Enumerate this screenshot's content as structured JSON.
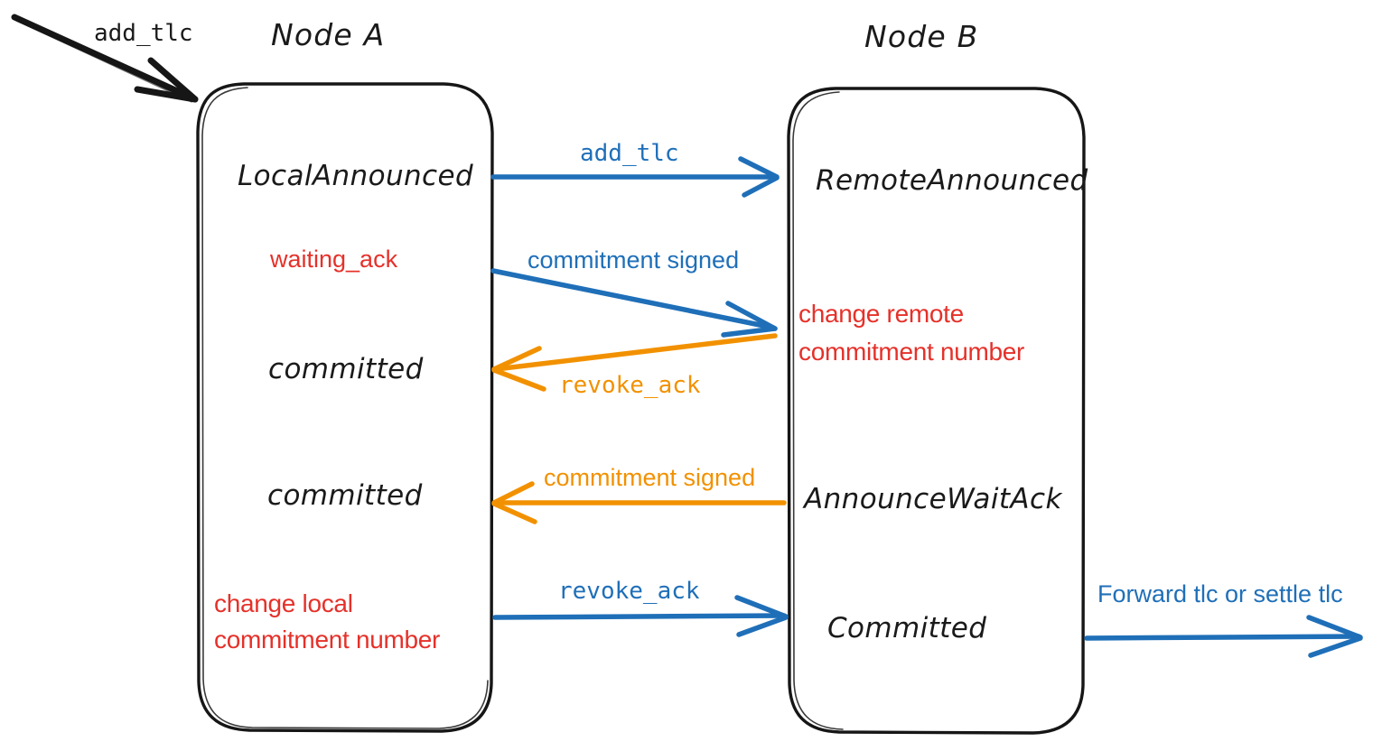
{
  "diagram": {
    "title_a": "Node A",
    "title_b": "Node B",
    "entry_arrow_label": "add_tlc",
    "node_a": {
      "states": [
        {
          "label": "LocalAnnounced",
          "kind": "state"
        },
        {
          "label": "waiting_ack",
          "kind": "annotation"
        },
        {
          "label": "committed",
          "kind": "state"
        },
        {
          "label": "committed",
          "kind": "state"
        }
      ],
      "annotation_bottom_line1": "change local",
      "annotation_bottom_line2": "commitment number"
    },
    "node_b": {
      "states": [
        {
          "label": "RemoteAnnounced",
          "kind": "state"
        },
        {
          "label": "AnnounceWaitAck",
          "kind": "state"
        },
        {
          "label": "Committed",
          "kind": "state"
        }
      ],
      "annotation_mid_line1": "change remote",
      "annotation_mid_line2": "commitment number"
    },
    "messages": [
      {
        "id": "m1",
        "label": "add_tlc",
        "color": "#1f6fb8",
        "direction": "a-to-b"
      },
      {
        "id": "m2",
        "label": "commitment signed",
        "color": "#1f6fb8",
        "direction": "a-to-b"
      },
      {
        "id": "m3",
        "label": "revoke_ack",
        "color": "#f29100",
        "direction": "b-to-a"
      },
      {
        "id": "m4",
        "label": "commitment signed",
        "color": "#f29100",
        "direction": "b-to-a"
      },
      {
        "id": "m5",
        "label": "revoke_ack",
        "color": "#1f6fb8",
        "direction": "a-to-b"
      },
      {
        "id": "m6",
        "label": "Forward tlc or settle tlc",
        "color": "#1f6fb8",
        "direction": "b-to-out"
      }
    ],
    "colors": {
      "blue": "#1f6fb8",
      "orange": "#f29100",
      "red": "#e5312a",
      "ink": "#1a1a1a",
      "background": "#ffffff"
    }
  }
}
